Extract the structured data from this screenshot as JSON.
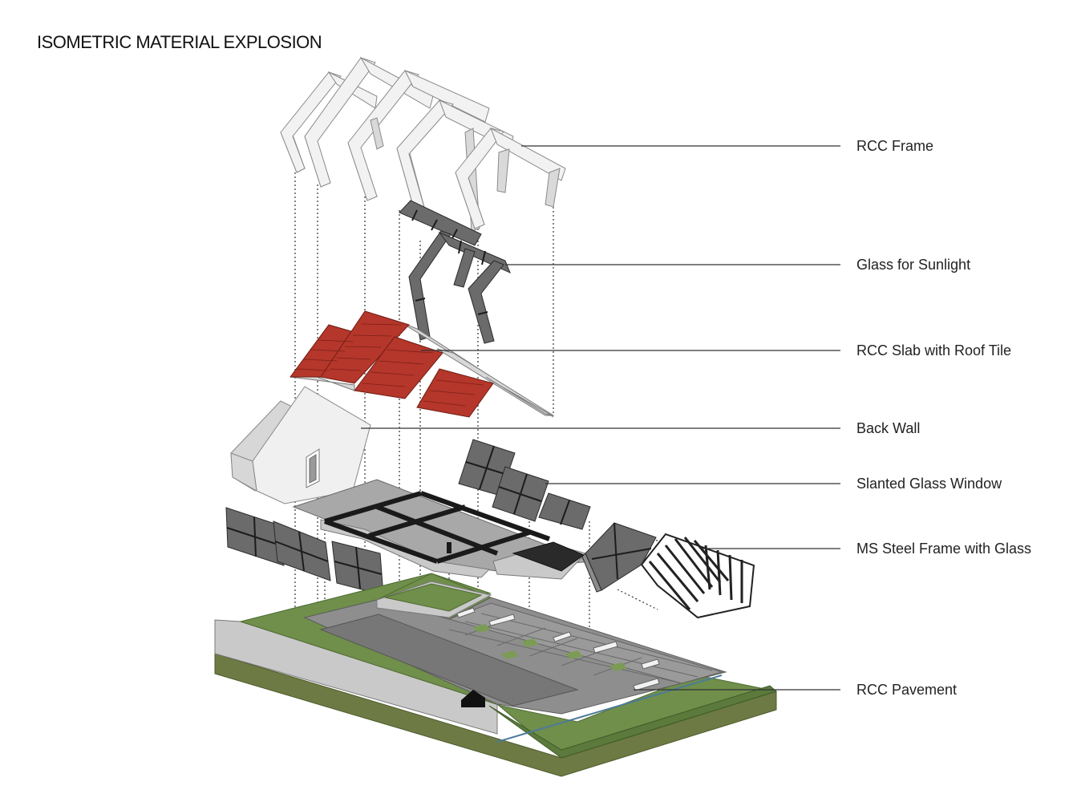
{
  "title": "ISOMETRIC MATERIAL EXPLOSION",
  "labels": {
    "rcc_frame": "RCC Frame",
    "glass_sunlight": "Glass for Sunlight",
    "rcc_slab": "RCC Slab with Roof Tile",
    "back_wall": "Back Wall",
    "slanted_glass": "Slanted Glass Window",
    "ms_steel": "MS Steel Frame with Glass",
    "rcc_pavement": "RCC Pavement"
  },
  "colors": {
    "roof_tile": "#b5362a",
    "glass": "#6b6b6b",
    "grass": "#6f8f4a",
    "concrete": "#8e8e8e",
    "frame": "#f2f2f2"
  }
}
